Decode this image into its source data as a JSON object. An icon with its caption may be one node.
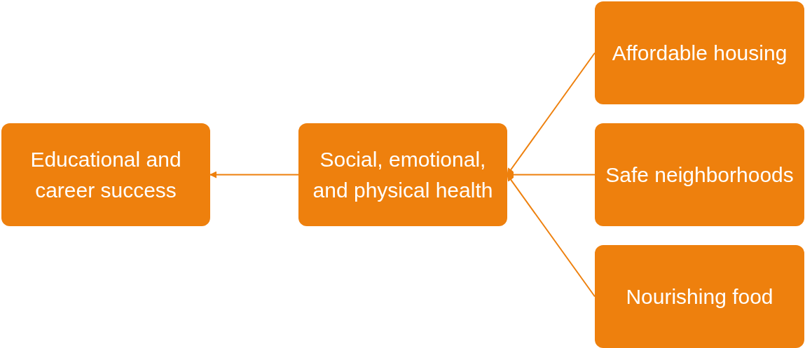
{
  "diagram": {
    "nodes": [
      {
        "text": [
          "Educational and career success"
        ]
      },
      {
        "text": [
          "Social, emotional, and physical health"
        ]
      },
      {
        "text": [
          "Affordable housing"
        ]
      },
      {
        "text": [
          "Safe neighborhoods"
        ]
      },
      {
        "text": [
          "Nourishing food"
        ]
      }
    ],
    "edges": [
      {
        "from": 1,
        "to": 0,
        "arrow": "to"
      },
      {
        "from": 2,
        "to": 1,
        "arrow": "to"
      },
      {
        "from": 3,
        "to": 1,
        "arrow": "to"
      },
      {
        "from": 4,
        "to": 1,
        "arrow": "to"
      }
    ]
  }
}
